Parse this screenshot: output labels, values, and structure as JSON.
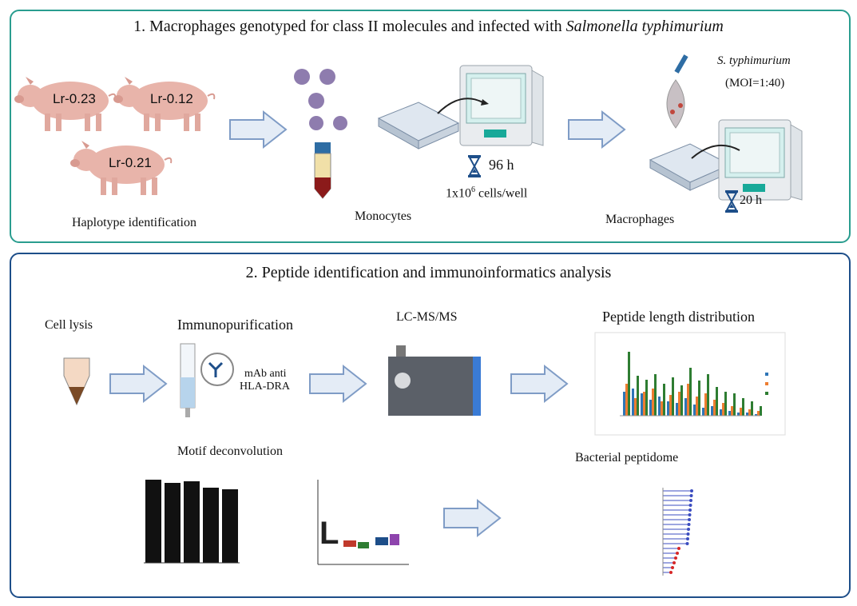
{
  "panel1": {
    "title_prefix": "1.  Macrophages genotyped for class II molecules and infected with ",
    "title_species": "Salmonella typhimurium",
    "pigs": [
      "Lr-0.23",
      "Lr-0.12",
      "Lr-0.21"
    ],
    "haplotype_label": "Haplotype identification",
    "monocytes_label": "Monocytes",
    "duration1": "96 h",
    "cells_prefix": "1x10",
    "cells_exp": "6",
    "cells_suffix": " cells/well",
    "macrophages_label": "Macrophages",
    "species_short": "S. typhimurium",
    "moi": "(MOI=1:40)",
    "duration2": "20 h"
  },
  "panel2": {
    "title": "2.  Peptide identification and immunoinformatics analysis",
    "cell_lysis": "Cell lysis",
    "immunopurification": "Immunopurification",
    "antibody_line1": "mAb anti",
    "antibody_line2": "HLA-DRA",
    "lcms": "LC-MS/MS",
    "length_dist": "Peptide length distribution",
    "motif": "Motif deconvolution",
    "peptidome": "Bacterial peptidome"
  },
  "colors": {
    "panel1_border": "#2a9d8f",
    "panel2_border": "#1d4e89",
    "arrow_fill": "#e4ecf6",
    "arrow_stroke": "#7f9cc6",
    "pig": "#e8b4aa",
    "series": [
      "#2e75b6",
      "#ed7d31",
      "#2e7d32"
    ]
  }
}
